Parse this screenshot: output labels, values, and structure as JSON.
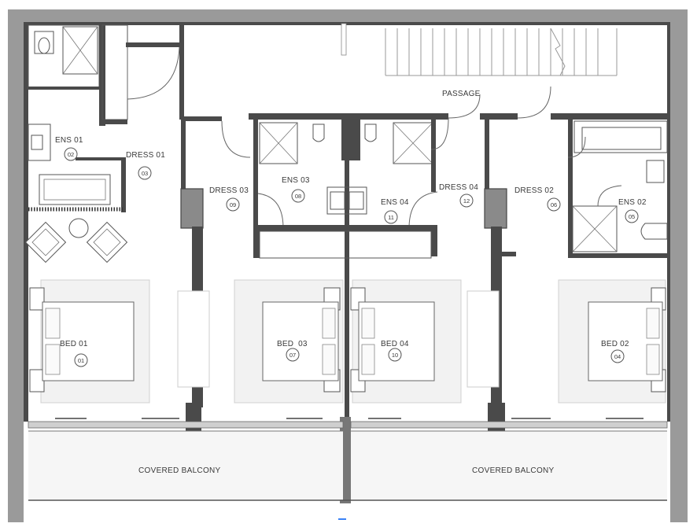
{
  "rooms": [
    {
      "name": "PASSAGE",
      "number": ""
    },
    {
      "name": "ENS 01",
      "number": "02"
    },
    {
      "name": "DRESS 01",
      "number": "03"
    },
    {
      "name": "DRESS 03",
      "number": "09"
    },
    {
      "name": "ENS 03",
      "number": "08"
    },
    {
      "name": "ENS 04",
      "number": "11"
    },
    {
      "name": "DRESS 04",
      "number": "12"
    },
    {
      "name": "DRESS 02",
      "number": "06"
    },
    {
      "name": "ENS 02",
      "number": "05"
    },
    {
      "name": "BED 01",
      "number": "01"
    },
    {
      "name": "BED  03",
      "number": "07"
    },
    {
      "name": "BED 04",
      "number": "10"
    },
    {
      "name": "BED 02",
      "number": "04"
    },
    {
      "name": "COVERED BALCONY",
      "number": ""
    },
    {
      "name": "COVERED BALCONY",
      "number": ""
    }
  ],
  "colors": {
    "wall": "#4a4a4a",
    "wall_grey": "#8a8a8a",
    "rug": "#f2f2f2",
    "outer_frame": "#9a9a9a"
  }
}
